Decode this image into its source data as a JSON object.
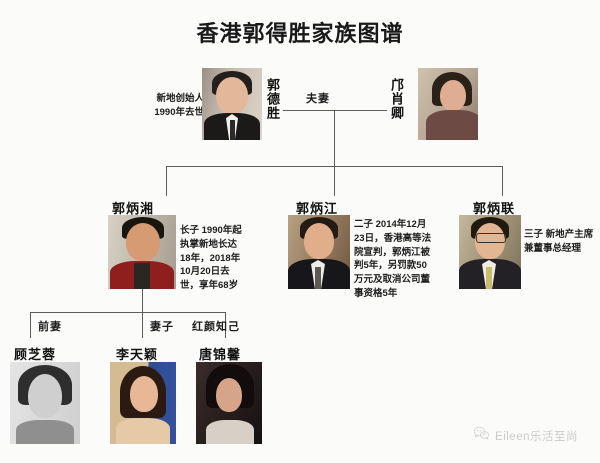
{
  "title": "香港郭得胜家族图谱",
  "generation1": {
    "father": {
      "name": "郭德胜",
      "note": "新地创始人\n1990年去世",
      "note_line1": "新地创始人",
      "note_line2": "1990年去世"
    },
    "relation_label": "夫妻",
    "mother": {
      "name": "邝肖卿"
    }
  },
  "generation2": [
    {
      "name": "郭炳湘",
      "note": "长子  1990年起 执掌新地长达18年，2018年10月20日去世，享年68岁"
    },
    {
      "name": "郭炳江",
      "note": "二子  2014年12月23日，香港高等法院宣判，郭炳江被判5年，另罚款50万元及取消公司董事资格5年"
    },
    {
      "name": "郭炳联",
      "note": "三子  新地产主席兼董事总经理"
    }
  ],
  "generation3": [
    {
      "relation": "前妻",
      "name": "顾芝蓉"
    },
    {
      "relation": "妻子",
      "name": "李天颖"
    },
    {
      "relation": "红颜知己",
      "name": "唐锦馨"
    }
  ],
  "watermark": {
    "icon": "wechat-icon",
    "text": "Eileen乐活至尚"
  },
  "colors": {
    "line": "#5d5d5d",
    "text": "#1a1a1a",
    "background": "#fbfbfa"
  }
}
